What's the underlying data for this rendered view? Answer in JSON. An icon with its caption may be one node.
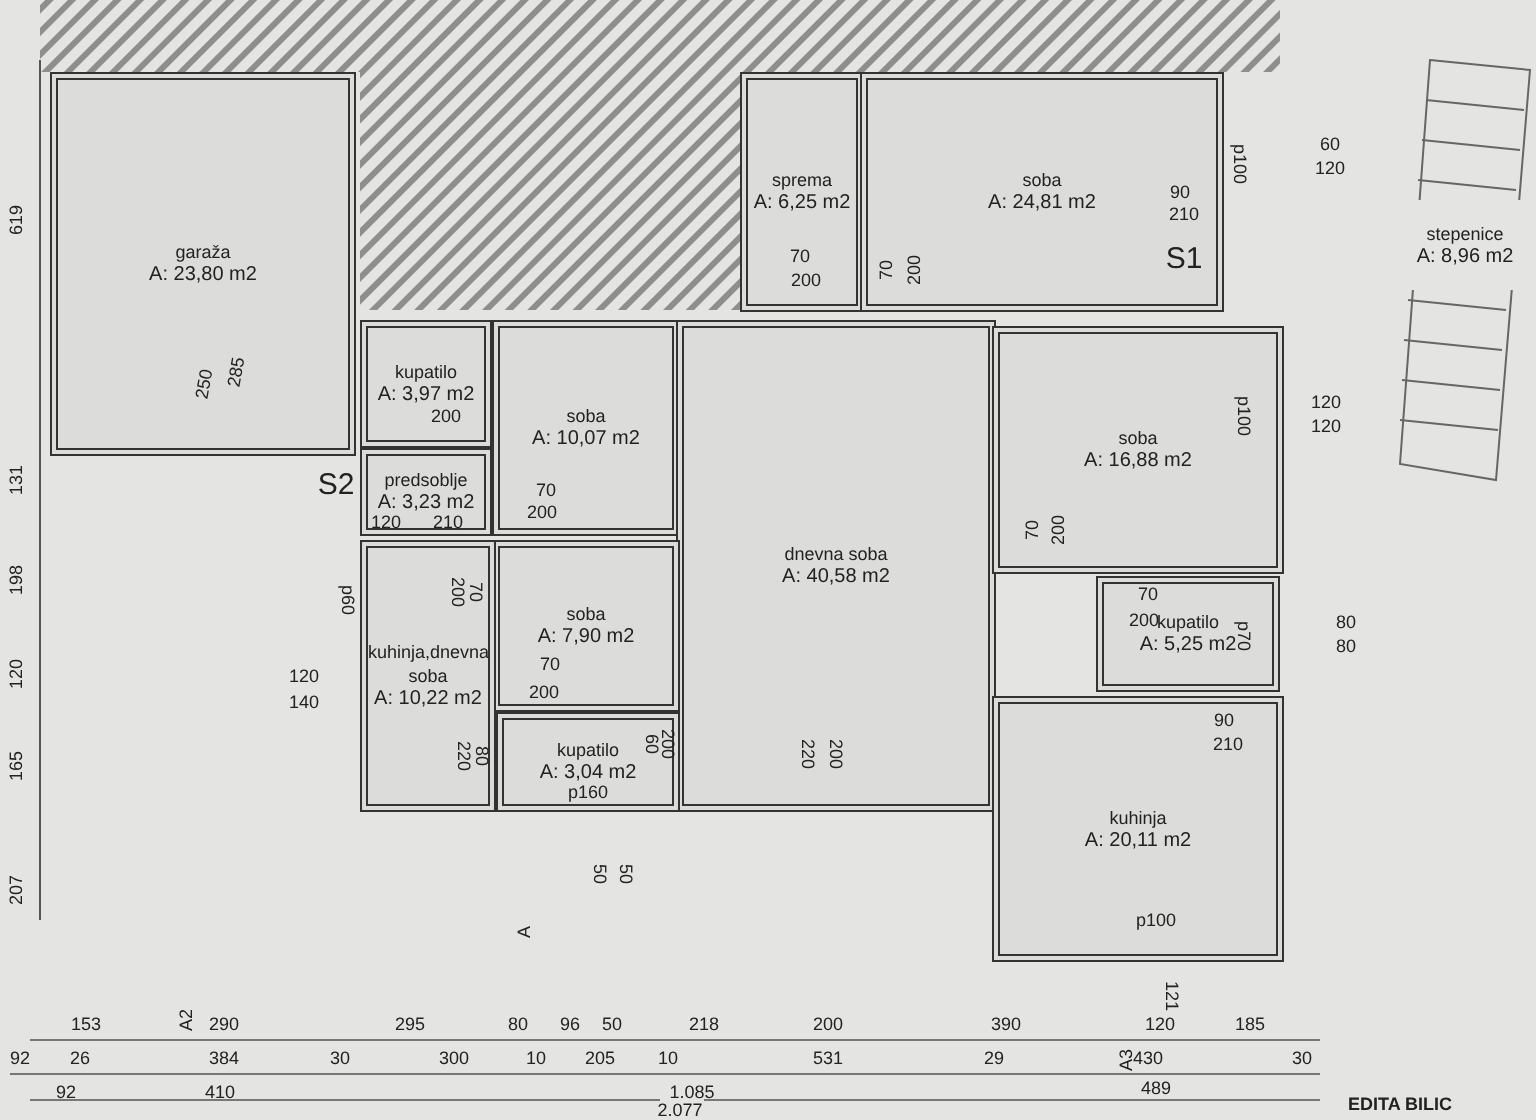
{
  "diagram": {
    "nodes": [
      {
        "text": [
          "garaža",
          "A: 23,80 m2"
        ]
      },
      {
        "text": [
          "sprema",
          "A: 6,25 m2"
        ]
      },
      {
        "text": [
          "soba",
          "A: 24,81 m2"
        ]
      },
      {
        "text": [
          "stepenice",
          "A: 8,96 m2"
        ]
      },
      {
        "text": [
          "kupatilo",
          "A: 3,97 m2"
        ]
      },
      {
        "text": [
          "soba",
          "A: 10,07 m2"
        ]
      },
      {
        "text": [
          "predsoblje",
          "A: 3,23 m2"
        ]
      },
      {
        "text": [
          "dnevna soba",
          "A: 40,58 m2"
        ]
      },
      {
        "text": [
          "soba",
          "A: 16,88 m2"
        ]
      },
      {
        "text": [
          "soba",
          "A: 7,90 m2"
        ]
      },
      {
        "text": [
          "kupatilo",
          "A: 5,25 m2"
        ]
      },
      {
        "text": [
          "kuhinja,dnevna soba",
          "A: 10,22 m2"
        ]
      },
      {
        "text": [
          "kupatilo",
          "A: 3,04 m2"
        ]
      },
      {
        "text": [
          "kuhinja",
          "A: 20,11 m2"
        ]
      }
    ],
    "labels": [
      "619",
      "131",
      "198",
      "120",
      "165",
      "207",
      "285",
      "250",
      "70",
      "200",
      "p100",
      "60",
      "120",
      "90",
      "210",
      "70",
      "200",
      "S1",
      "200",
      "120",
      "S2",
      "210",
      "70",
      "200",
      "p100",
      "120",
      "120",
      "70",
      "200",
      "200",
      "70",
      "120",
      "140",
      "p60",
      "70",
      "200",
      "220",
      "80",
      "60",
      "200",
      "p160",
      "70",
      "200",
      "p70",
      "80",
      "80",
      "90",
      "210",
      "220",
      "200",
      "50",
      "50",
      "A",
      "p100",
      "121",
      "153",
      "A2",
      "290",
      "295",
      "80",
      "96",
      "50",
      "218",
      "200",
      "390",
      "120",
      "185",
      "92",
      "26",
      "384",
      "30",
      "300",
      "10",
      "205",
      "10",
      "531",
      "29",
      "A3",
      "430",
      "30",
      "92",
      "410",
      "1.085",
      "489",
      "2.077",
      "EDITA BILIC"
    ]
  }
}
